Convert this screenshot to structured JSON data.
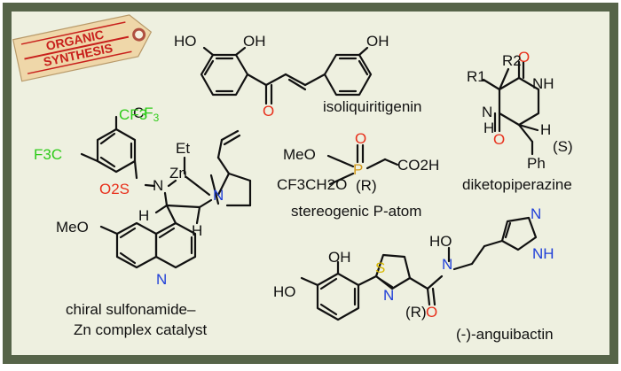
{
  "tag": {
    "line1": "ORGANIC",
    "line2": "SYNTHESIS"
  },
  "captions": {
    "isoliquiritigenin": "isoliquiritigenin",
    "diketopiperazine": "diketopiperazine",
    "stereogenic": "stereogenic P-atom",
    "sulfonamide_line1": "chiral sulfonamide–",
    "sulfonamide_line2": "Zn complex catalyst",
    "anguibactin": "(-)-anguibactin"
  },
  "labels": {
    "oh": "OH",
    "ho": "HO",
    "o": "O",
    "n": "N",
    "h": "H",
    "s": "S",
    "p": "P",
    "nh": "NH",
    "ph": "Ph",
    "et": "Et",
    "zn": "Zn",
    "cf3": "CF3",
    "f3c": "F3C",
    "o2s": "O2S",
    "meo": "MeO",
    "co2h": "CO2H",
    "cf3ch2o": "CF3CH2O",
    "r1": "R1",
    "r2": "R2",
    "s_config": "(S)",
    "r_config": "(R)"
  },
  "colors": {
    "frame": "#566449",
    "background": "#eef0e0",
    "oxygen": "#e8301c",
    "nitrogen": "#1f3fd8",
    "fluorine": "#2fcb1a",
    "sulfur": "#d63ad6",
    "tag": "#efd7a9",
    "tag_text": "#c8201c"
  }
}
